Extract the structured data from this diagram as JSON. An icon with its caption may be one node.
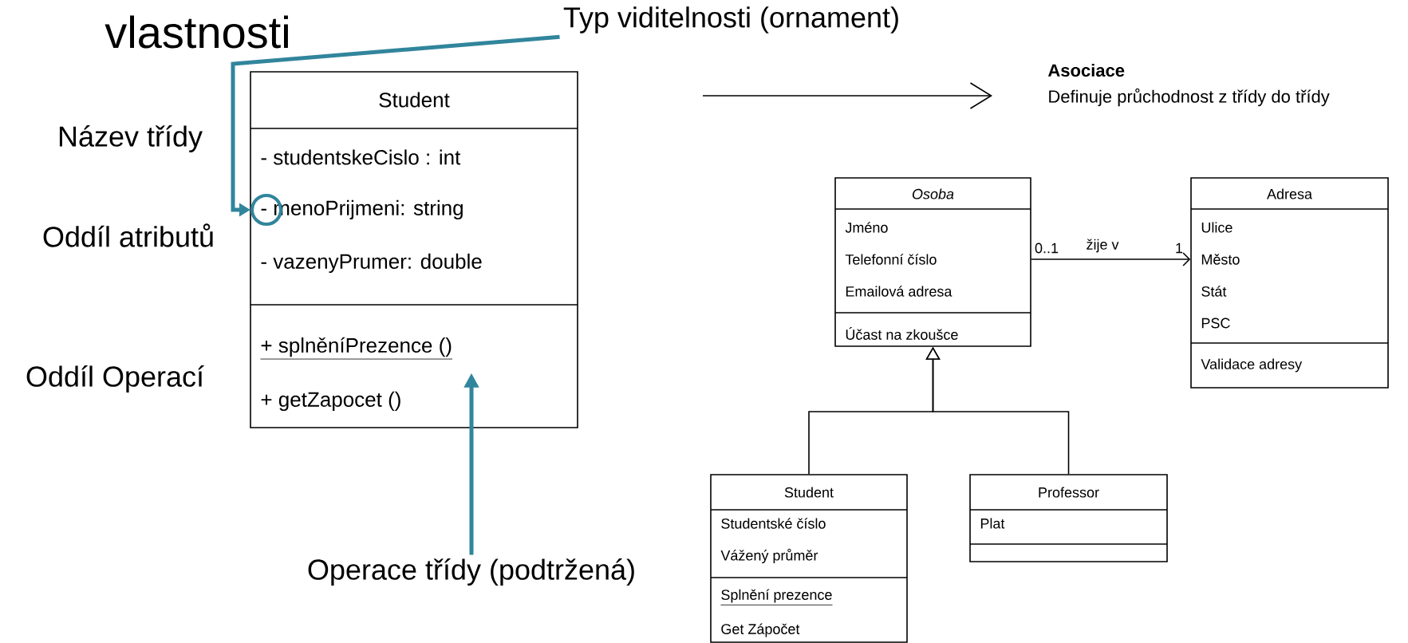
{
  "diagram": {
    "title": "vlastnosti",
    "nodes": [
      {
        "text": [
          "Student",
          "- studentskeCislo : int",
          "- menoPrijmeni: string",
          "- vazenyPrumer: double",
          "+ splněníPrezence ()",
          "+ getZapocet ()"
        ]
      },
      {
        "text": [],
        "shape": "circle",
        "in": 0
      },
      {
        "text": [
          "Typ viditelnosti (ornament)"
        ]
      },
      {
        "text": [
          "Operace třídy (podtržená)"
        ]
      },
      {
        "text": [
          "Osoba",
          "Jméno",
          "Telefonní číslo",
          "Emailová adresa",
          "Účast na zkoušce"
        ]
      },
      {
        "text": [
          "Adresa",
          "Ulice",
          "Město",
          "Stát",
          "PSC",
          "Validace adresy"
        ]
      },
      {
        "text": [
          "Student",
          "Studentské číslo",
          "Vážený průměr",
          "Splnění prezence",
          "Get Zápočet"
        ]
      },
      {
        "text": [
          "Professor",
          "Plat"
        ]
      }
    ],
    "edges": [
      {
        "from": 2,
        "to": 1,
        "arrow": "to",
        "style": "thick",
        "color": "#31859c"
      },
      {
        "from": 3,
        "to": 0,
        "arrow": "to",
        "style": "thick",
        "color": "#31859c"
      },
      {
        "from": 4,
        "to": 5,
        "arrow": "to",
        "label": "žije v"
      },
      {
        "from": 6,
        "to": 4,
        "arrow": "to"
      },
      {
        "from": 7,
        "to": 4,
        "arrow": "to"
      }
    ],
    "labels": [
      "Název třídy",
      "Oddíl atributů",
      "Oddíl Operací",
      "Asociace",
      "Definuje průchodnost z třídy do třídy",
      "0..1",
      "1"
    ]
  }
}
